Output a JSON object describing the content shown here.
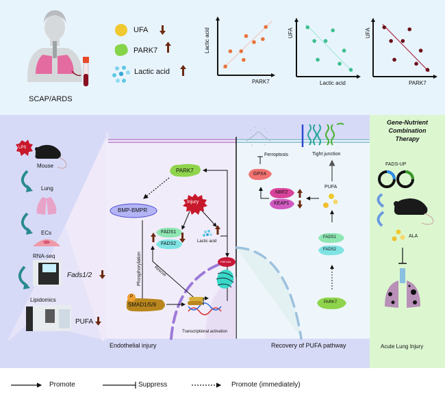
{
  "top": {
    "patient_label": "SCAP/ARDS",
    "markers": [
      {
        "name": "UFA",
        "trend": "down",
        "icon": "yellow-lipid-droplet"
      },
      {
        "name": "PARK7",
        "trend": "up",
        "icon": "green-protein-blob"
      },
      {
        "name": "Lactic acid",
        "trend": "up",
        "icon": "blue-molecule-cluster"
      }
    ]
  },
  "chart_data": [
    {
      "type": "scatter",
      "title": "",
      "xlabel": "PARK7",
      "ylabel": "Lactic acid",
      "trend": "positive",
      "color": "#e8733a",
      "points": [
        [
          0.1,
          0.12
        ],
        [
          0.2,
          0.42
        ],
        [
          0.42,
          0.42
        ],
        [
          0.47,
          0.25
        ],
        [
          0.52,
          0.72
        ],
        [
          0.68,
          0.6
        ],
        [
          0.86,
          0.66
        ],
        [
          0.92,
          0.9
        ]
      ],
      "xlim": [
        0,
        1
      ],
      "ylim": [
        0,
        1
      ]
    },
    {
      "type": "scatter",
      "title": "",
      "xlabel": "Lactic acid",
      "ylabel": "UFA",
      "trend": "negative",
      "color": "#3cbf8f",
      "points": [
        [
          0.15,
          0.92
        ],
        [
          0.27,
          0.65
        ],
        [
          0.33,
          0.28
        ],
        [
          0.47,
          0.65
        ],
        [
          0.6,
          0.86
        ],
        [
          0.72,
          0.2
        ],
        [
          0.8,
          0.46
        ],
        [
          0.92,
          0.08
        ]
      ],
      "xlim": [
        0,
        1
      ],
      "ylim": [
        0,
        1
      ]
    },
    {
      "type": "scatter",
      "title": "",
      "xlabel": "PARK7",
      "ylabel": "UFA",
      "trend": "negative",
      "color": "#6b0f1a",
      "points": [
        [
          0.15,
          0.92
        ],
        [
          0.27,
          0.65
        ],
        [
          0.33,
          0.28
        ],
        [
          0.48,
          0.65
        ],
        [
          0.6,
          0.88
        ],
        [
          0.72,
          0.2
        ],
        [
          0.8,
          0.46
        ],
        [
          0.92,
          0.08
        ]
      ],
      "xlim": [
        0,
        1
      ],
      "ylim": [
        0,
        1
      ]
    }
  ],
  "left": {
    "lps_label": "LPS",
    "steps": [
      "Mouse",
      "Lung",
      "ECs",
      "RNA-seq",
      "Lipidomics"
    ],
    "fads_label": "Fads1/2",
    "fads_trend": "down",
    "pufa_label": "PUFA",
    "pufa_trend": "down"
  },
  "endothelial": {
    "park7": "PARK7",
    "bmp": "BMP-BMPR",
    "injury": "Injury",
    "fads1": "FADS1",
    "fads2": "FADS2",
    "lactic": "Lactic acid",
    "h3k": "H3K14la",
    "phosphorylation": "Phosphorylation",
    "rescue": "Rescue",
    "p": "P",
    "smad": "SMAD1/5/9",
    "smad_small": "SMAD1/5/9",
    "tx": "Transcriptional activation",
    "section_title": "Endothelial injury"
  },
  "recovery": {
    "ferroptosis": "Ferroptosis",
    "tight_junction": "Tight junction",
    "gpx4": "GPX4",
    "nrf2": "NRF2",
    "keap1": "KEAP1",
    "pufa": "PUFA",
    "fads1": "FADS1",
    "fads2": "FADS2",
    "park7": "PARK7",
    "section_title": "Recovery of PUFA pathway"
  },
  "therapy": {
    "title_lines": [
      "Gene-Nutrient",
      "Combination",
      "Therapy"
    ],
    "fads_up": "FADS-UP",
    "ala": "ALA",
    "outcome": "Acute Lung Injury"
  },
  "legend": [
    {
      "type": "solid-arrow",
      "label": "Promote"
    },
    {
      "type": "solid-bar",
      "label": "Suppress"
    },
    {
      "type": "dotted-arrow",
      "label": "Promote (immediately)"
    }
  ],
  "colors": {
    "top_bg": "#e8f4fc",
    "mid_bg": "#d7daf7",
    "right_bg": "#dcf7d0",
    "cell_bg": "#f1ecf9",
    "recovery_bg": "#eef6fc",
    "park7": "#8fd44c",
    "fads1": "#8ee6b3",
    "fads2": "#7fe3e3",
    "injury": "#c8182b",
    "smad": "#b8861d",
    "gpx4": "#ef7270",
    "nrf2": "#d9449a",
    "keap1": "#d05ac0",
    "trend_arrow": "#6b2a10"
  }
}
